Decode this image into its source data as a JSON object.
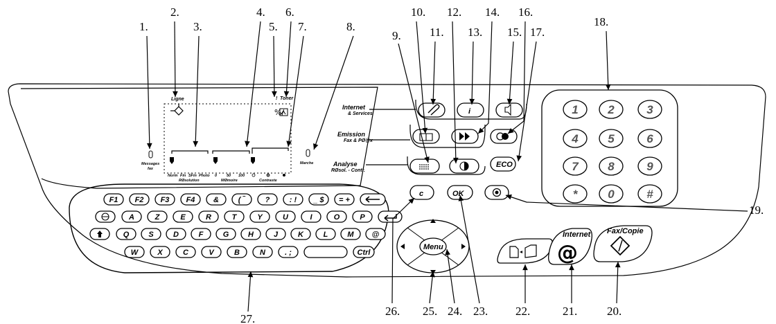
{
  "callouts": [
    "1.",
    "2.",
    "3.",
    "4.",
    "5.",
    "6.",
    "7.",
    "8.",
    "9.",
    "10.",
    "11.",
    "12.",
    "13.",
    "14.",
    "15.",
    "16.",
    "17.",
    "18.",
    "19.",
    "20.",
    "21.",
    "22.",
    "23.",
    "24.",
    "25.",
    "26.",
    "27."
  ],
  "panel": {
    "ligne": "Ligne",
    "excl": "!",
    "toner": "Toner",
    "messages": "Messages",
    "fax": "fax",
    "marche": "Marche",
    "res_opts": [
      "Norm",
      "Fin",
      "SFin",
      "Photo"
    ],
    "resolution": "RØsolution",
    "mem_ticks": [
      "0",
      "50",
      "100"
    ],
    "memoire": "MØmoire",
    "contraste": "Contraste",
    "internet": "Internet",
    "internet_sub": "& Services",
    "emission": "Emission",
    "emission_sub": "Fax & PØ@x",
    "analyse": "Analyse",
    "analyse_sub": "RØsol. - Contr."
  },
  "buttons": {
    "eco": "ECO",
    "c": "c",
    "ok": "OK",
    "menu": "Menu",
    "internet_label": "Internet",
    "faxcopie": "Fax/Copie",
    "info": "i"
  },
  "keypad": [
    "1",
    "2",
    "3",
    "4",
    "5",
    "6",
    "7",
    "8",
    "9",
    "*",
    "0",
    "#"
  ],
  "keyboard": {
    "row1": [
      "F1",
      "F2",
      "F3",
      "F4",
      "&",
      "(  ‾",
      "?",
      ":  !",
      "_  $",
      "=  +"
    ],
    "row2": [
      "A",
      "Z",
      "E",
      "R",
      "T",
      "Y",
      "U",
      "I",
      "O",
      "P"
    ],
    "row3": [
      "Q",
      "S",
      "D",
      "F",
      "G",
      "H",
      "J",
      "K",
      "L",
      "M",
      "@"
    ],
    "row4": [
      "W",
      "X",
      "C",
      "V",
      "B",
      "N",
      ".  ;",
      "Ctrl"
    ]
  }
}
